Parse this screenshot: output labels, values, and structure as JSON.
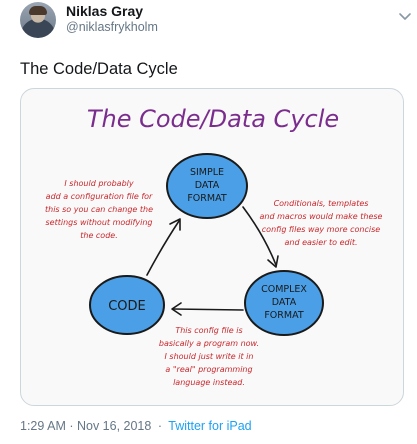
{
  "tweet": {
    "author": {
      "display_name": "Niklas Gray",
      "handle": "@niklasfrykholm"
    },
    "text": "The Code/Data Cycle",
    "timestamp": "1:29 AM · Nov 16, 2018",
    "separator": "·",
    "source": "Twitter for iPad",
    "menu_icon": "chevron-down-icon"
  },
  "illustration": {
    "title": "The Code/Data Cycle",
    "nodes": {
      "simple": [
        "SIMPLE",
        "DATA",
        "FORMAT"
      ],
      "complex": [
        "COMPLEX",
        "DATA",
        "FORMAT"
      ],
      "code": [
        "CODE"
      ]
    },
    "notes": {
      "left": [
        "I should probably",
        "add a configuration file for",
        "this so you can change the",
        "settings without modifying",
        "the code."
      ],
      "right": [
        "Conditionals, templates",
        "and macros would make these",
        "config files way more concise",
        "and easier to edit."
      ],
      "bottom": [
        "This config file is",
        "basically a program now.",
        "I should just write it in",
        "a \"real\" programming",
        "language instead."
      ]
    },
    "colors": {
      "title": "#7b2d8e",
      "notes": "#c8282d",
      "node_fill": "#4a9fe6",
      "ink": "#1a1a1a"
    }
  }
}
